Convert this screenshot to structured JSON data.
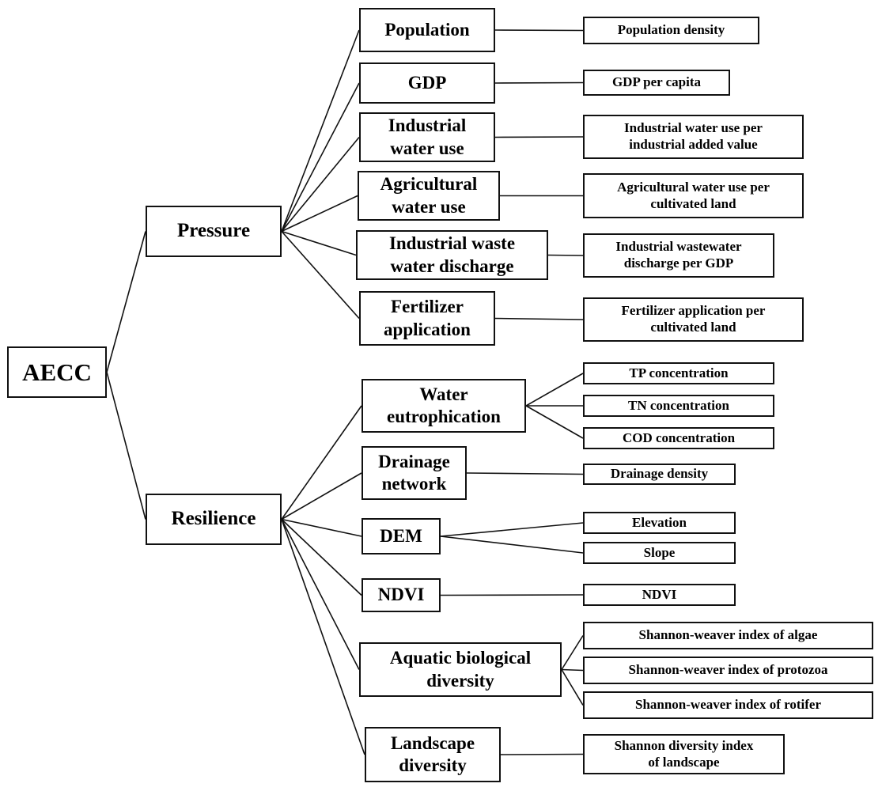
{
  "diagram": {
    "root": {
      "id": "aecc",
      "label": "AECC"
    },
    "categories": [
      {
        "id": "pressure",
        "label": "Pressure",
        "factors": [
          {
            "id": "population",
            "label": "Population",
            "indicators": [
              {
                "id": "population-density",
                "label": "Population density"
              }
            ]
          },
          {
            "id": "gdp",
            "label": "GDP",
            "indicators": [
              {
                "id": "gdp-per-capita",
                "label": "GDP per capita"
              }
            ]
          },
          {
            "id": "industrial-water-use",
            "label": "Industrial\nwater use",
            "indicators": [
              {
                "id": "industrial-water-use-per-value",
                "label": "Industrial water use per\nindustrial added value"
              }
            ]
          },
          {
            "id": "agricultural-water-use",
            "label": "Agricultural\nwater use",
            "indicators": [
              {
                "id": "agricultural-water-use-per-land",
                "label": "Agricultural water use per\ncultivated land"
              }
            ]
          },
          {
            "id": "industrial-waste-water",
            "label": "Industrial waste\nwater discharge",
            "indicators": [
              {
                "id": "industrial-wastewater-per-gdp",
                "label": "Industrial wastewater\ndischarge per GDP"
              }
            ]
          },
          {
            "id": "fertilizer-application",
            "label": "Fertilizer\napplication",
            "indicators": [
              {
                "id": "fertilizer-per-land",
                "label": "Fertilizer application per\ncultivated land"
              }
            ]
          }
        ]
      },
      {
        "id": "resilience",
        "label": "Resilience",
        "factors": [
          {
            "id": "water-eutrophication",
            "label": "Water\neutrophication",
            "indicators": [
              {
                "id": "tp-concentration",
                "label": "TP concentration"
              },
              {
                "id": "tn-concentration",
                "label": "TN concentration"
              },
              {
                "id": "cod-concentration",
                "label": "COD concentration"
              }
            ]
          },
          {
            "id": "drainage-network",
            "label": "Drainage\nnetwork",
            "indicators": [
              {
                "id": "drainage-density",
                "label": "Drainage density"
              }
            ]
          },
          {
            "id": "dem",
            "label": "DEM",
            "indicators": [
              {
                "id": "elevation",
                "label": "Elevation"
              },
              {
                "id": "slope",
                "label": "Slope"
              }
            ]
          },
          {
            "id": "ndvi",
            "label": "NDVI",
            "indicators": [
              {
                "id": "ndvi-indicator",
                "label": "NDVI"
              }
            ]
          },
          {
            "id": "aquatic-biological-diversity",
            "label": "Aquatic biological\ndiversity",
            "indicators": [
              {
                "id": "shannon-algae",
                "label": "Shannon-weaver index of algae"
              },
              {
                "id": "shannon-protozoa",
                "label": "Shannon-weaver index of protozoa"
              },
              {
                "id": "shannon-rotifer",
                "label": "Shannon-weaver index of rotifer"
              }
            ]
          },
          {
            "id": "landscape-diversity",
            "label": "Landscape\ndiversity",
            "indicators": [
              {
                "id": "shannon-landscape",
                "label": "Shannon diversity index\nof landscape"
              }
            ]
          }
        ]
      }
    ]
  }
}
